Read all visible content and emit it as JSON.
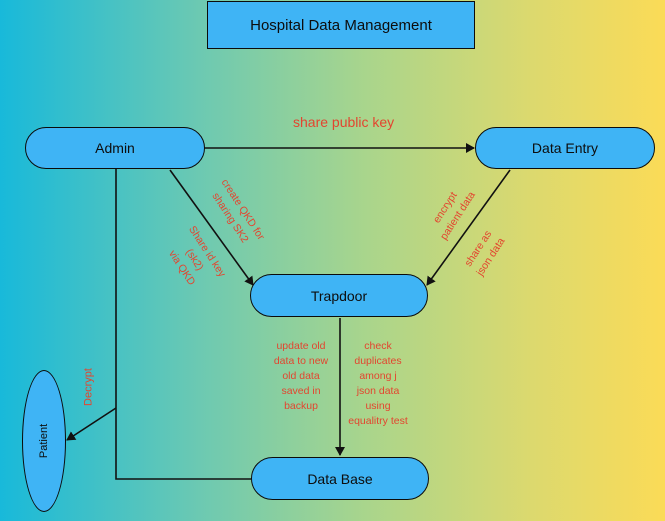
{
  "title": "Hospital Data Management",
  "nodes": {
    "admin": "Admin",
    "data_entry": "Data Entry",
    "trapdoor": "Trapdoor",
    "database": "Data Base",
    "patient": "Patient"
  },
  "edge_labels": {
    "share_public_key": "share public key",
    "create_qkd": "create QKD for\nsharing SK2",
    "share_id_key": "Share id key\n(sk2)\nvia QKD",
    "encrypt": "encrypt\npatient data",
    "share_json": "share as\njson data",
    "update_old": "update old\ndata to new\nold data\nsaved in\nbackup",
    "check_duplicates": "check\nduplicates\namong j\njson data\nusing\nequalitry test",
    "decrypt": "Decrypt"
  },
  "colors": {
    "node_fill": "#3fb4f5",
    "label_text": "#e3452f",
    "edge": "#111111"
  }
}
